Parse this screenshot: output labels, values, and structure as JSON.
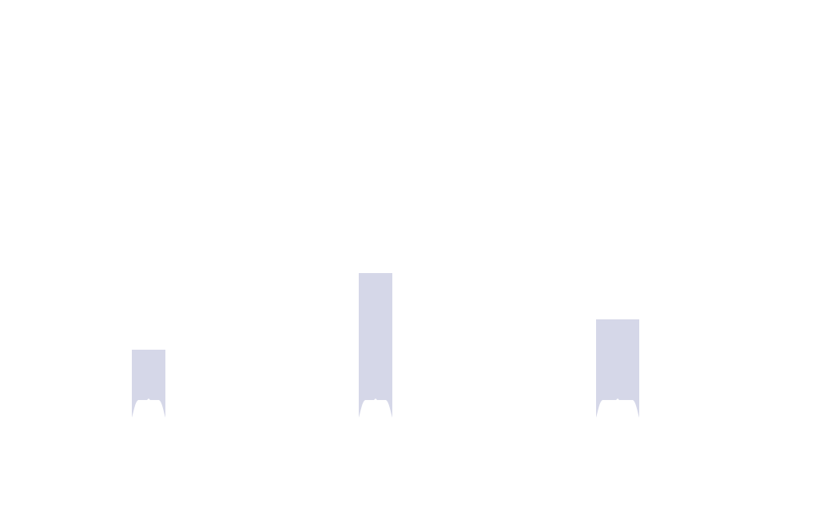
{
  "chart_data": {
    "type": "bar",
    "categories": [
      "",
      "",
      ""
    ],
    "values": [
      85,
      181,
      123
    ],
    "ylim": [
      0,
      200
    ],
    "title": "",
    "xlabel": "",
    "ylabel": "",
    "grid": false,
    "legend": "none",
    "bar_color": "#d5d7e8",
    "background_color": "#ffffff"
  }
}
